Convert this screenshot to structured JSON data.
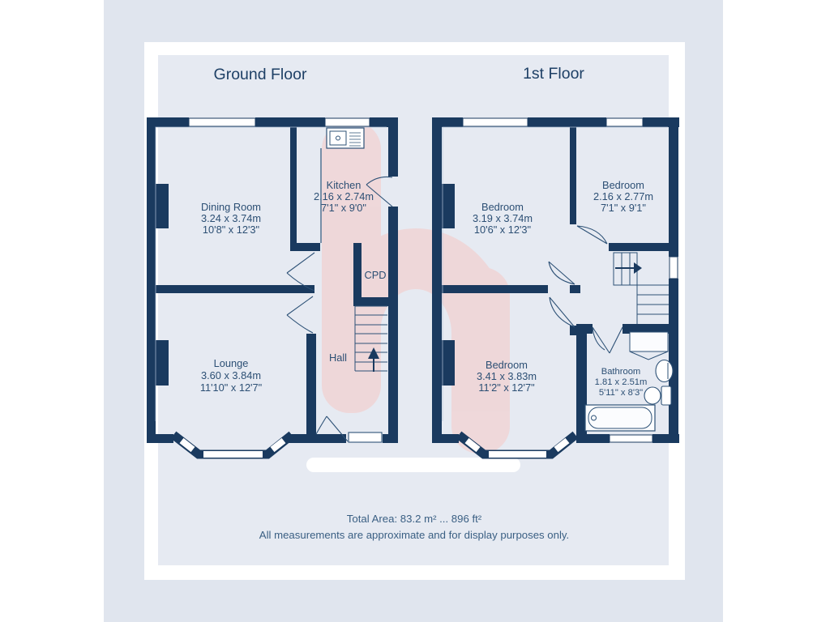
{
  "ground_floor": {
    "title": "Ground Floor",
    "rooms": [
      {
        "name": "Dining Room",
        "metric": "3.24 x 3.74m",
        "imperial": "10'8\" x 12'3\""
      },
      {
        "name": "Kitchen",
        "metric": "2.16 x 2.74m",
        "imperial": "7'1\" x 9'0\""
      },
      {
        "name": "Lounge",
        "metric": "3.60 x 3.84m",
        "imperial": "11'10\" x 12'7\""
      }
    ],
    "cupboard_label": "CPD",
    "hall_label": "Hall"
  },
  "first_floor": {
    "title": "1st Floor",
    "rooms": [
      {
        "name": "Bedroom",
        "metric": "3.19 x 3.74m",
        "imperial": "10'6\" x 12'3\""
      },
      {
        "name": "Bedroom",
        "metric": "2.16 x 2.77m",
        "imperial": "7'1\" x 9'1\""
      },
      {
        "name": "Bedroom",
        "metric": "3.41 x 3.83m",
        "imperial": "11'2\" x 12'7\""
      },
      {
        "name": "Bathroom",
        "metric": "1.81 x 2.51m",
        "imperial": "5'11\" x 8'3\""
      }
    ]
  },
  "footer": {
    "total_area": "Total Area: 83.2 m² ... 896 ft²",
    "disclaimer": "All measurements are approximate and for display purposes only."
  },
  "watermark": {
    "letter": "h"
  },
  "colors": {
    "wall_navy": "#1a3a5f",
    "line_navy": "#2d5176",
    "panel_blue": "#e6eaf2",
    "band_blue": "#e0e5ee",
    "watermark_pink": "#f5c9c6"
  }
}
